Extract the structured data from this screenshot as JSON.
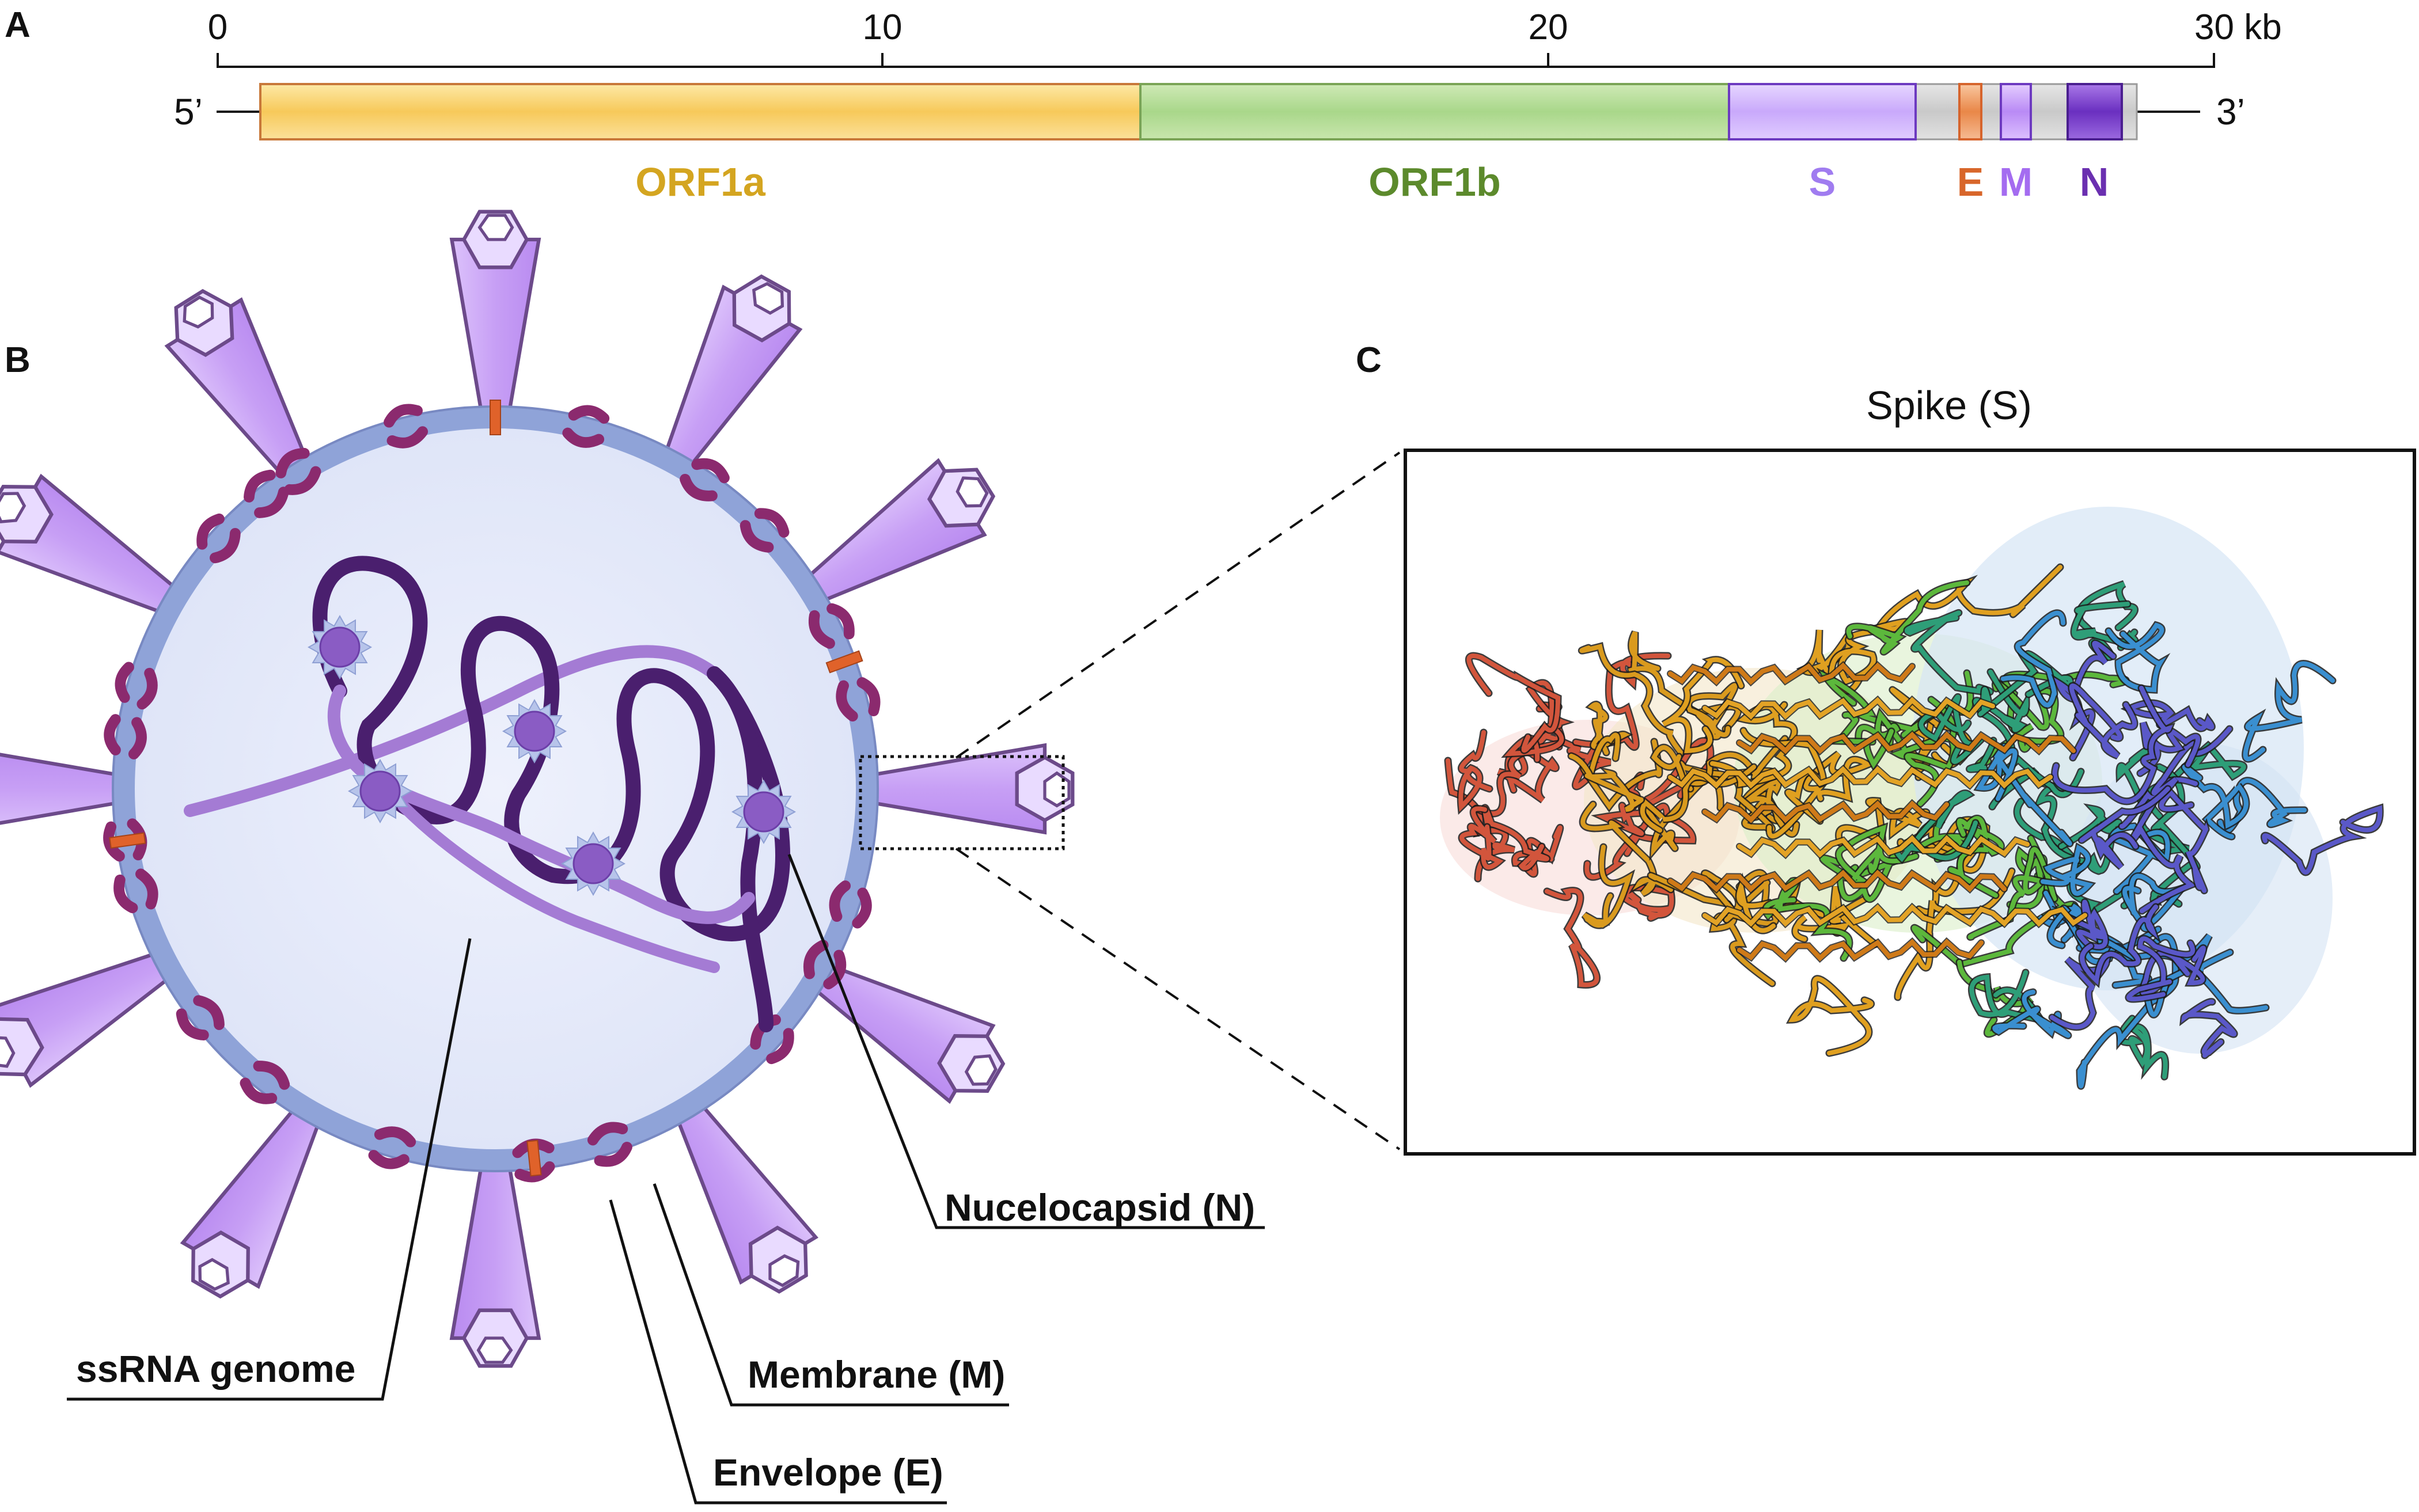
{
  "panels": {
    "a": "A",
    "b": "B",
    "c": "C"
  },
  "genome": {
    "ticks": [
      "0",
      "10",
      "20",
      "30 kb"
    ],
    "five_prime": "5’",
    "three_prime": "3’",
    "genes": [
      {
        "name": "ORF1a",
        "color": "#d4a520"
      },
      {
        "name": "ORF1b",
        "color": "#5c8a2c"
      },
      {
        "name": "S",
        "color": "#a07cf0"
      },
      {
        "name": "E",
        "color": "#d8662a"
      },
      {
        "name": "M",
        "color": "#a46cf0"
      },
      {
        "name": "N",
        "color": "#6a2fb0"
      }
    ]
  },
  "virion": {
    "labels": {
      "nucleocapsid": "Nucelocapsid (N)",
      "ssrna": "ssRNA genome",
      "membrane": "Membrane (M)",
      "envelope": "Envelope (E)"
    },
    "colors": {
      "spike": "#c8a0f5",
      "membrane_protein": "#8b2a6e",
      "envelope_protein": "#e0622a",
      "shell": "#8fa3d8",
      "interior": "#e4e9f9",
      "rna": "#4a1f6e"
    }
  },
  "structure": {
    "title": "Spike (S)"
  }
}
